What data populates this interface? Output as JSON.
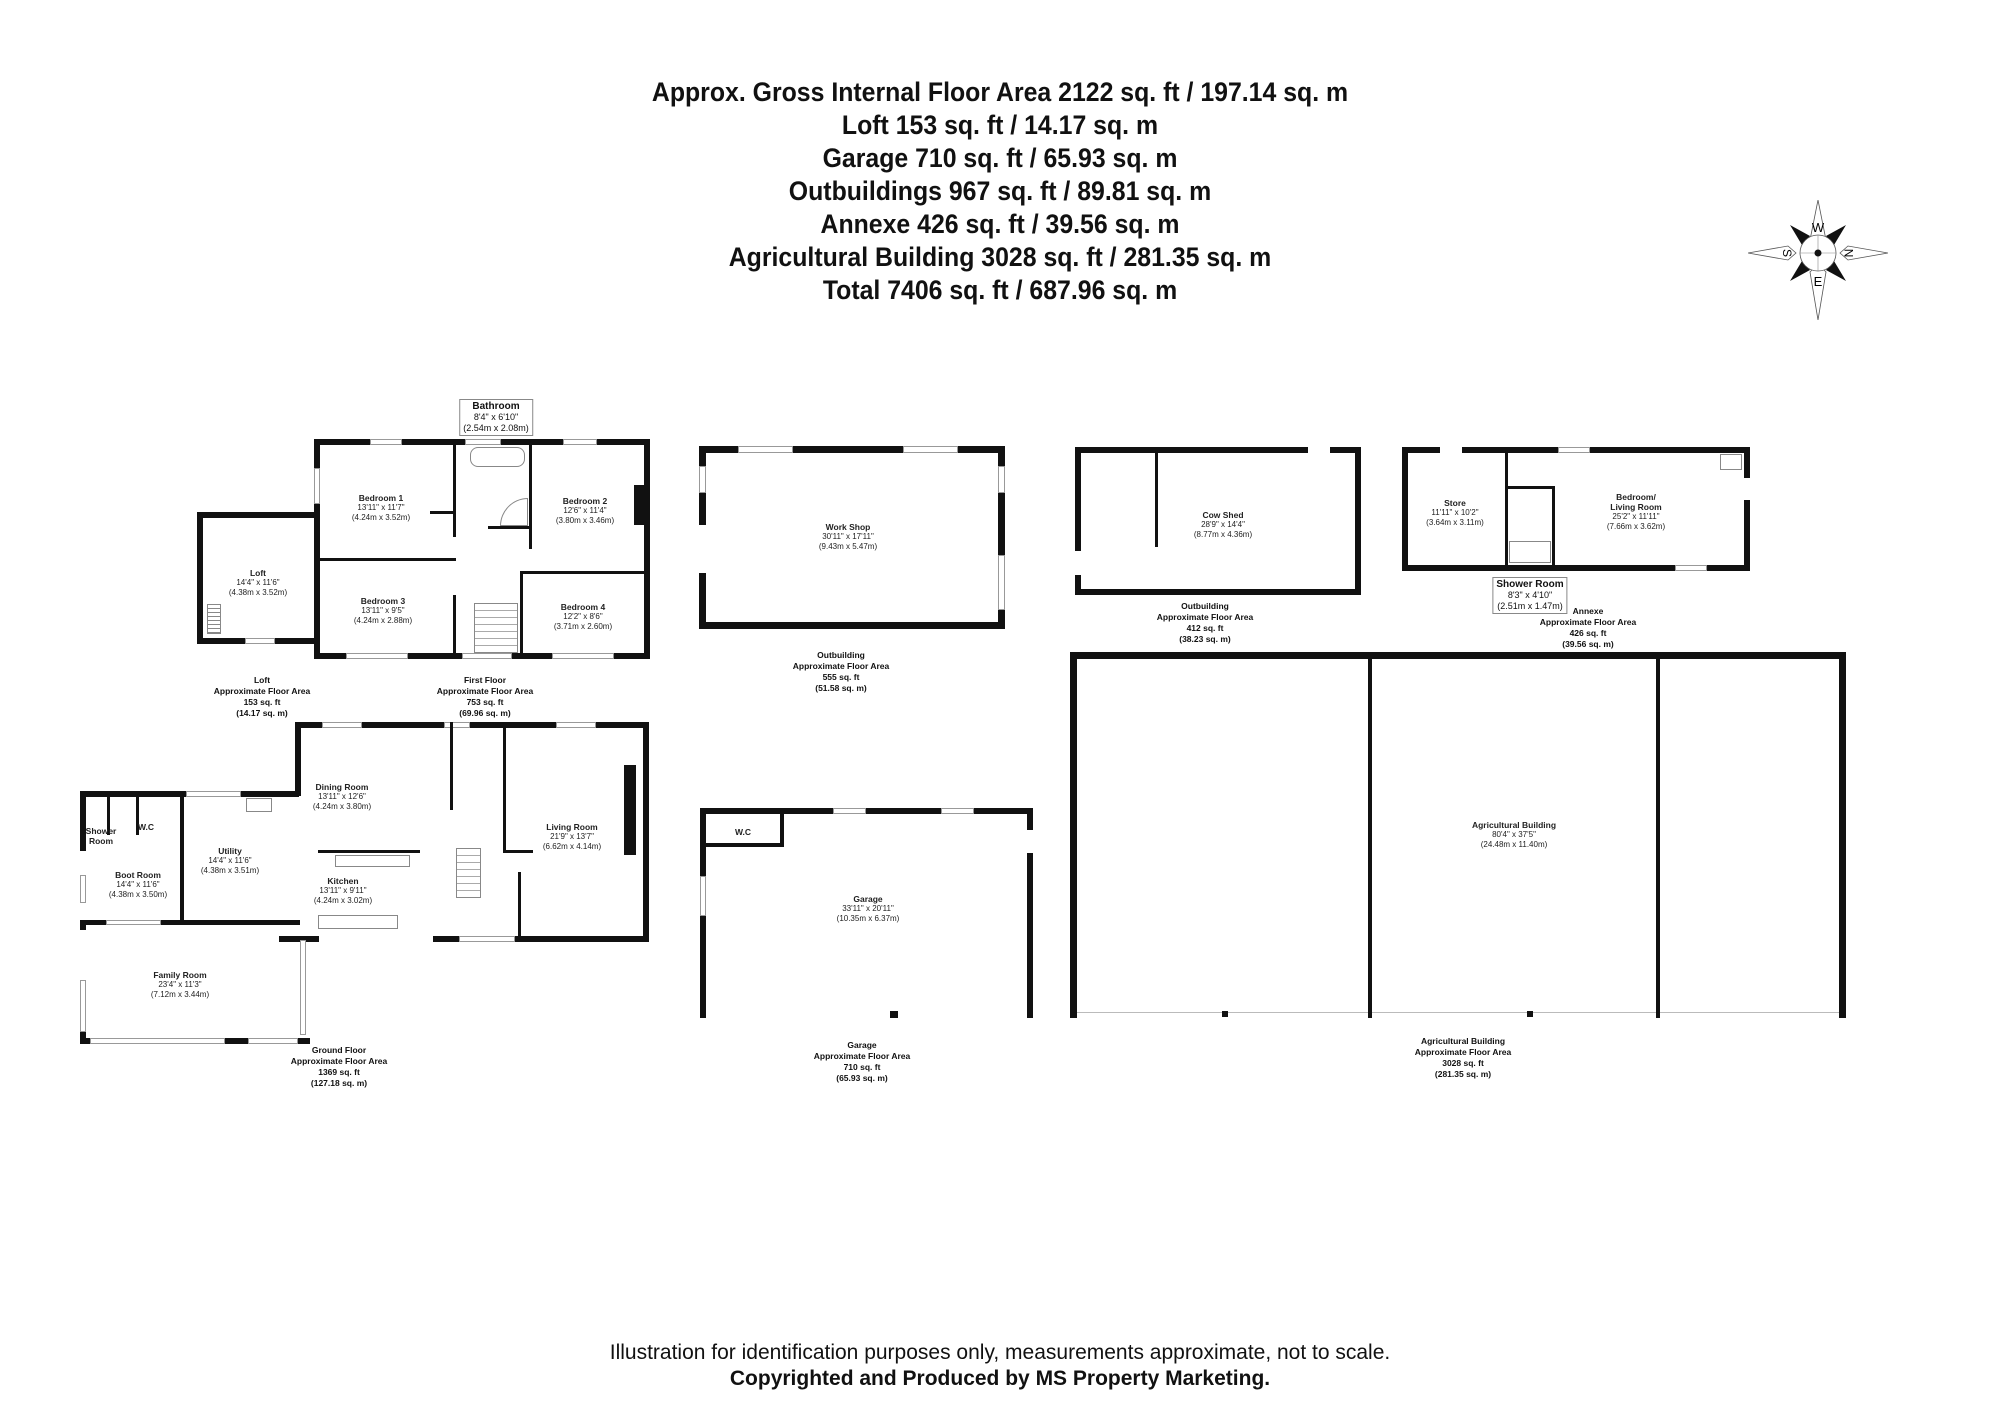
{
  "header": {
    "lines": [
      "Approx. Gross Internal Floor Area 2122 sq. ft / 197.14 sq. m",
      "Loft 153 sq. ft / 14.17 sq. m",
      "Garage 710 sq. ft / 65.93 sq. m",
      "Outbuildings 967 sq. ft / 89.81 sq. m",
      "Annexe 426 sq. ft / 39.56 sq. m",
      "Agricultural Building 3028 sq. ft / 281.35 sq. m",
      "Total 7406 sq. ft / 687.96 sq. m"
    ]
  },
  "compass": {
    "icon": "compass-rose-icon",
    "w": "W",
    "s": "S",
    "n": "N",
    "e": "E"
  },
  "loft": {
    "rooms": [
      {
        "name": "Loft",
        "imperial": "14'4\" x 11'6\"",
        "metric": "(4.38m x 3.52m)"
      }
    ],
    "area": {
      "title": "Loft",
      "subtitle": "Approximate Floor Area",
      "sqft": "153 sq. ft",
      "sqm": "(14.17 sq. m)"
    }
  },
  "first_floor": {
    "rooms": [
      {
        "name": "Bathroom",
        "imperial": "8'4\" x 6'10\"",
        "metric": "(2.54m x 2.08m)"
      },
      {
        "name": "Bedroom 1",
        "imperial": "13'11\" x 11'7\"",
        "metric": "(4.24m x 3.52m)"
      },
      {
        "name": "Bedroom 2",
        "imperial": "12'6\" x 11'4\"",
        "metric": "(3.80m x 3.46m)"
      },
      {
        "name": "Bedroom 3",
        "imperial": "13'11\" x 9'5\"",
        "metric": "(4.24m x 2.88m)"
      },
      {
        "name": "Bedroom 4",
        "imperial": "12'2\" x 8'6\"",
        "metric": "(3.71m x 2.60m)"
      }
    ],
    "area": {
      "title": "First Floor",
      "subtitle": "Approximate Floor Area",
      "sqft": "753 sq. ft",
      "sqm": "(69.96 sq. m)"
    }
  },
  "ground_floor": {
    "rooms": [
      {
        "name": "Dining Room",
        "imperial": "13'11\" x 12'6\"",
        "metric": "(4.24m x 3.80m)"
      },
      {
        "name": "Living Room",
        "imperial": "21'9\" x 13'7\"",
        "metric": "(6.62m x 4.14m)"
      },
      {
        "name": "Utility",
        "imperial": "14'4\" x 11'6\"",
        "metric": "(4.38m x 3.51m)"
      },
      {
        "name": "Kitchen",
        "imperial": "13'11\" x 9'11\"",
        "metric": "(4.24m x 3.02m)"
      },
      {
        "name": "Boot Room",
        "imperial": "14'4\" x 11'6\"",
        "metric": "(4.38m x 3.50m)"
      },
      {
        "name": "Family Room",
        "imperial": "23'4\" x 11'3\"",
        "metric": "(7.12m x 3.44m)"
      },
      {
        "name": "Shower Room",
        "imperial": "",
        "metric": ""
      },
      {
        "name": "W.C",
        "imperial": "",
        "metric": ""
      }
    ],
    "shower_line1": "Shower",
    "shower_line2": "Room",
    "area": {
      "title": "Ground Floor",
      "subtitle": "Approximate Floor Area",
      "sqft": "1369 sq. ft",
      "sqm": "(127.18 sq. m)"
    }
  },
  "workshop": {
    "rooms": [
      {
        "name": "Work Shop",
        "imperial": "30'11\" x 17'11\"",
        "metric": "(9.43m x 5.47m)"
      }
    ],
    "area": {
      "title": "Outbuilding",
      "subtitle": "Approximate Floor Area",
      "sqft": "555 sq. ft",
      "sqm": "(51.58 sq. m)"
    }
  },
  "cowshed": {
    "rooms": [
      {
        "name": "Cow Shed",
        "imperial": "28'9\" x 14'4\"",
        "metric": "(8.77m x 4.36m)"
      }
    ],
    "area": {
      "title": "Outbuilding",
      "subtitle": "Approximate Floor Area",
      "sqft": "412 sq. ft",
      "sqm": "(38.23 sq. m)"
    }
  },
  "annexe": {
    "rooms": [
      {
        "name": "Store",
        "imperial": "11'11\" x 10'2\"",
        "metric": "(3.64m x 3.11m)"
      },
      {
        "name": "Bedroom/",
        "name2": "Living Room",
        "imperial": "25'2\" x 11'11\"",
        "metric": "(7.66m x 3.62m)"
      },
      {
        "name": "Shower Room",
        "imperial": "8'3\" x 4'10\"",
        "metric": "(2.51m x 1.47m)"
      }
    ],
    "area": {
      "title": "Annexe",
      "subtitle": "Approximate Floor Area",
      "sqft": "426 sq. ft",
      "sqm": "(39.56 sq. m)"
    }
  },
  "garage": {
    "rooms": [
      {
        "name": "Garage",
        "imperial": "33'11\" x 20'11\"",
        "metric": "(10.35m x 6.37m)"
      },
      {
        "name": "W.C",
        "imperial": "",
        "metric": ""
      }
    ],
    "area": {
      "title": "Garage",
      "subtitle": "Approximate Floor Area",
      "sqft": "710 sq. ft",
      "sqm": "(65.93 sq. m)"
    }
  },
  "agricultural": {
    "rooms": [
      {
        "name": "Agricultural Building",
        "imperial": "80'4\" x 37'5\"",
        "metric": "(24.48m x 11.40m)"
      }
    ],
    "area": {
      "title": "Agricultural Building",
      "subtitle": "Approximate Floor Area",
      "sqft": "3028 sq. ft",
      "sqm": "(281.35 sq. m)"
    }
  },
  "footer": {
    "disclaimer": "Illustration for identification purposes only, measurements approximate, not to scale.",
    "copyright": "Copyrighted  and Produced by MS Property Marketing."
  }
}
